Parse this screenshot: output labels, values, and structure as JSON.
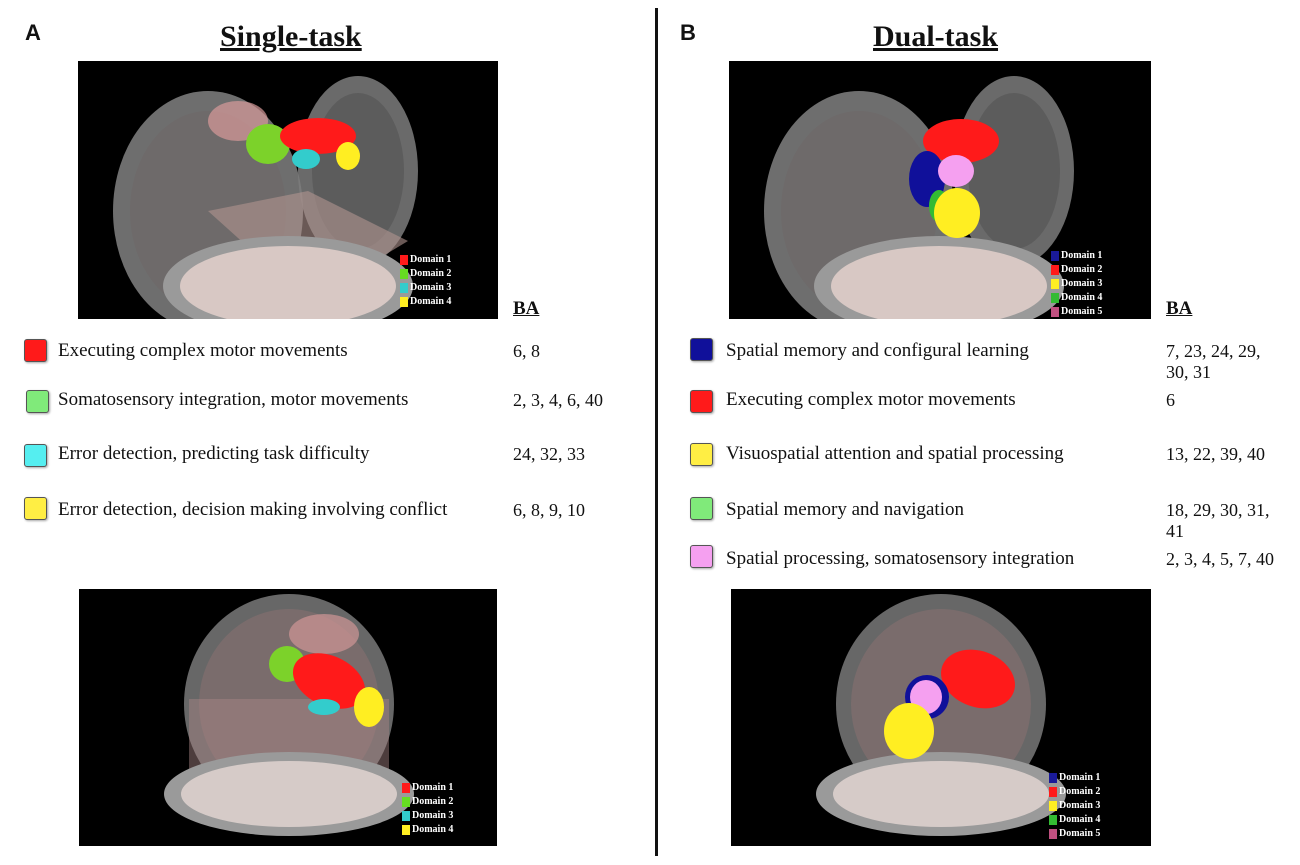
{
  "panels": {
    "a": {
      "letter": "A",
      "title": "Single-task",
      "ba_header": "BA",
      "top_legend": [
        {
          "label": "Domain 1",
          "color": "#ff1a1a"
        },
        {
          "label": "Domain 2",
          "color": "#66dd22"
        },
        {
          "label": "Domain 3",
          "color": "#33cccc"
        },
        {
          "label": "Domain 4",
          "color": "#ffee22"
        }
      ],
      "bottom_legend": [
        {
          "label": "Domain 1",
          "color": "#ff1a1a"
        },
        {
          "label": "Domain 2",
          "color": "#66dd22"
        },
        {
          "label": "Domain 3",
          "color": "#33cccc"
        },
        {
          "label": "Domain 4",
          "color": "#ffee22"
        }
      ],
      "rows": [
        {
          "color": "#ff1a1a",
          "label": "Executing complex motor movements",
          "ba": "6, 8"
        },
        {
          "color": "#80ea7a",
          "label": "Somatosensory integration, motor movements",
          "ba": "2, 3, 4, 6, 40"
        },
        {
          "color": "#55eef0",
          "label": "Error detection, predicting task difficulty",
          "ba": "24, 32, 33"
        },
        {
          "color": "#ffee44",
          "label": "Error detection, decision making involving conflict",
          "ba": "6, 8, 9, 10"
        }
      ]
    },
    "b": {
      "letter": "B",
      "title": "Dual-task",
      "ba_header": "BA",
      "top_legend": [
        {
          "label": "Domain 1",
          "color": "#1a1a99"
        },
        {
          "label": "Domain 2",
          "color": "#ff1a1a"
        },
        {
          "label": "Domain 3",
          "color": "#ffee22"
        },
        {
          "label": "Domain 4",
          "color": "#33bb33"
        },
        {
          "label": "Domain 5",
          "color": "#c05080"
        }
      ],
      "bottom_legend": [
        {
          "label": "Domain 1",
          "color": "#1a1a99"
        },
        {
          "label": "Domain 2",
          "color": "#ff1a1a"
        },
        {
          "label": "Domain 3",
          "color": "#ffee22"
        },
        {
          "label": "Domain 4",
          "color": "#33bb33"
        },
        {
          "label": "Domain 5",
          "color": "#c05080"
        }
      ],
      "rows": [
        {
          "color": "#10109a",
          "label": "Spatial memory and configural learning",
          "ba": "7, 23, 24, 29,\n30, 31"
        },
        {
          "color": "#ff1a1a",
          "label": "Executing complex motor movements",
          "ba": "6"
        },
        {
          "color": "#ffee44",
          "label": "Visuospatial attention and spatial processing",
          "ba": "13, 22, 39, 40"
        },
        {
          "color": "#80ea7a",
          "label": "Spatial memory and navigation",
          "ba": "18, 29, 30, 31,\n41"
        },
        {
          "color": "#f5a0f0",
          "label": "Spatial processing, somatosensory integration",
          "ba": "2, 3, 4, 5, 7, 40"
        }
      ]
    }
  }
}
